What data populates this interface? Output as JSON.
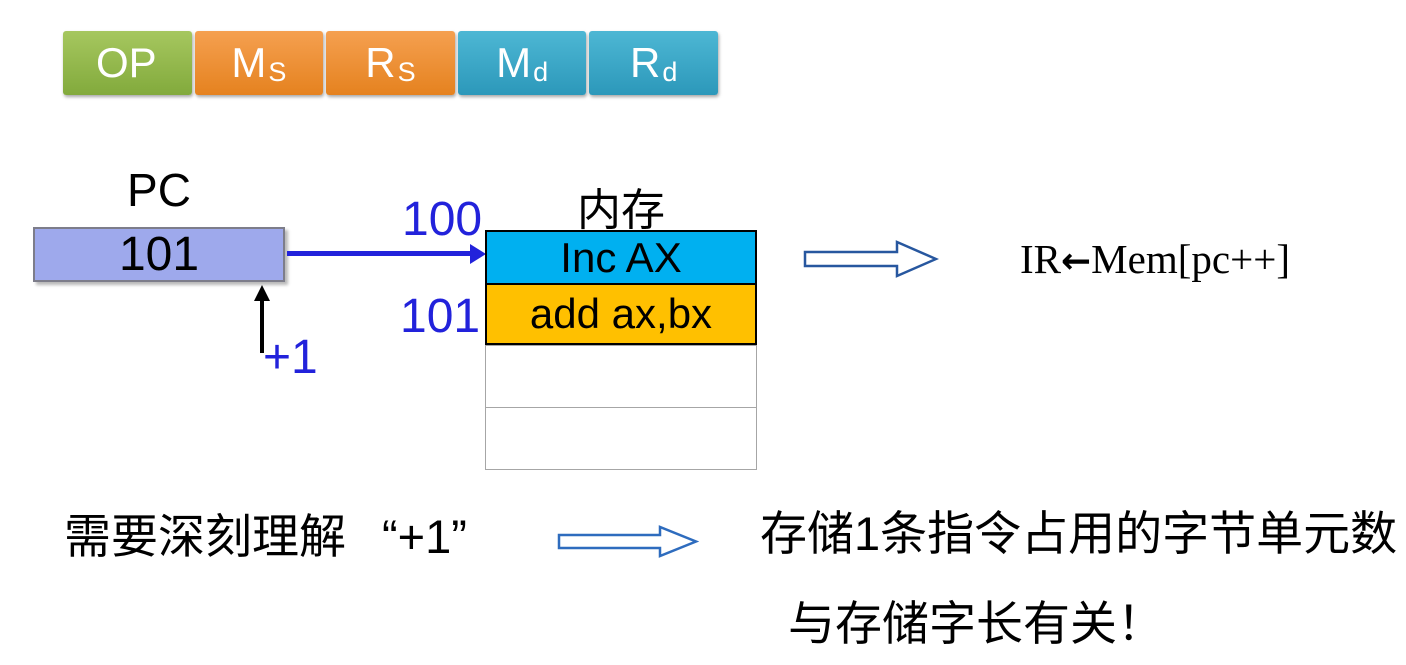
{
  "instruction_format": {
    "fields": [
      {
        "label": "OP",
        "sub": "",
        "color": "#8db347"
      },
      {
        "label": "M",
        "sub": "S",
        "color": "#ee8d32"
      },
      {
        "label": "R",
        "sub": "S",
        "color": "#ee8d32"
      },
      {
        "label": "M",
        "sub": "d",
        "color": "#35a7c9"
      },
      {
        "label": "R",
        "sub": "d",
        "color": "#35a7c9"
      }
    ]
  },
  "pc": {
    "label": "PC",
    "value": "101",
    "increment_label": "+1"
  },
  "memory": {
    "title": "内存",
    "fetch_address_label": "100",
    "next_address_label": "101",
    "rows": [
      {
        "text": "Inc AX",
        "bg": "#00b0f0"
      },
      {
        "text": "add ax,bx",
        "bg": "#ffc000"
      },
      {
        "text": "",
        "bg": "#ffffff"
      },
      {
        "text": "",
        "bg": "#ffffff"
      }
    ]
  },
  "fetch_expression": {
    "register": "IR",
    "arrow": "←",
    "source": "Mem[pc++]"
  },
  "notes": {
    "emphasis_left": "需要深刻理解",
    "emphasis_quote": "“+1”",
    "right_line1": "存储1条指令占用的字节单元数",
    "right_line2": "与存储字长有关！"
  },
  "colors": {
    "field_green": "#8db347",
    "field_orange": "#ee8d32",
    "field_teal": "#35a7c9",
    "pc_fill": "#9ea9ec",
    "pc_border": "#7d7d8a",
    "mem_row_fetch": "#00b0f0",
    "mem_row_next": "#ffc000",
    "accent_blue": "#2222db",
    "hollow_arrow_stroke": "#27579f",
    "up_arrow_black": "#000000"
  }
}
